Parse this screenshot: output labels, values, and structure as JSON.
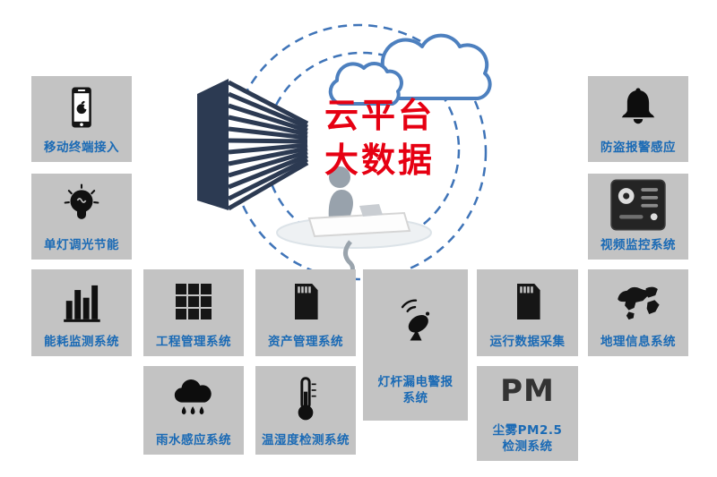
{
  "diagram": {
    "center": {
      "title_line1": "云平台",
      "title_line2": "大数据",
      "title_color": "#e60012"
    },
    "tiles": {
      "mobile_access": {
        "label": "移动终端接入",
        "icon": "smartphone-icon"
      },
      "lamp_dimming": {
        "label": "单灯调光节能",
        "icon": "light-bulb-icon"
      },
      "energy_monitoring": {
        "label": "能耗监测系统",
        "icon": "bar-chart-icon"
      },
      "project_management": {
        "label": "工程管理系统",
        "icon": "grid-blocks-icon"
      },
      "asset_management": {
        "label": "资产管理系统",
        "icon": "sd-card-icon"
      },
      "pole_leakage_alarm": {
        "label_line1": "灯杆漏电警报",
        "label_line2": "系统",
        "icon": "satellite-dish-icon"
      },
      "data_collection": {
        "label": "运行数据采集",
        "icon": "sd-card-icon"
      },
      "gis": {
        "label": "地理信息系统",
        "icon": "world-map-icon"
      },
      "anti_theft_alarm": {
        "label": "防盗报警感应",
        "icon": "bell-icon"
      },
      "video_surveillance": {
        "label": "视频监控系统",
        "icon": "control-panel-icon"
      },
      "rain_sensing": {
        "label": "雨水感应系统",
        "icon": "rain-cloud-icon"
      },
      "temp_humidity": {
        "label": "温湿度检测系统",
        "icon": "thermometer-icon"
      },
      "pm25_detection": {
        "big_text": "PM",
        "label_line1": "尘雾PM2.5",
        "label_line2": "检测系统"
      }
    },
    "colors": {
      "tile_bg": "#c3c3c3",
      "label_blue": "#1a6ab5",
      "title_red": "#e60012",
      "cloud_outline_blue": "#4d80bf",
      "building_navy": "#2c3a52"
    }
  }
}
